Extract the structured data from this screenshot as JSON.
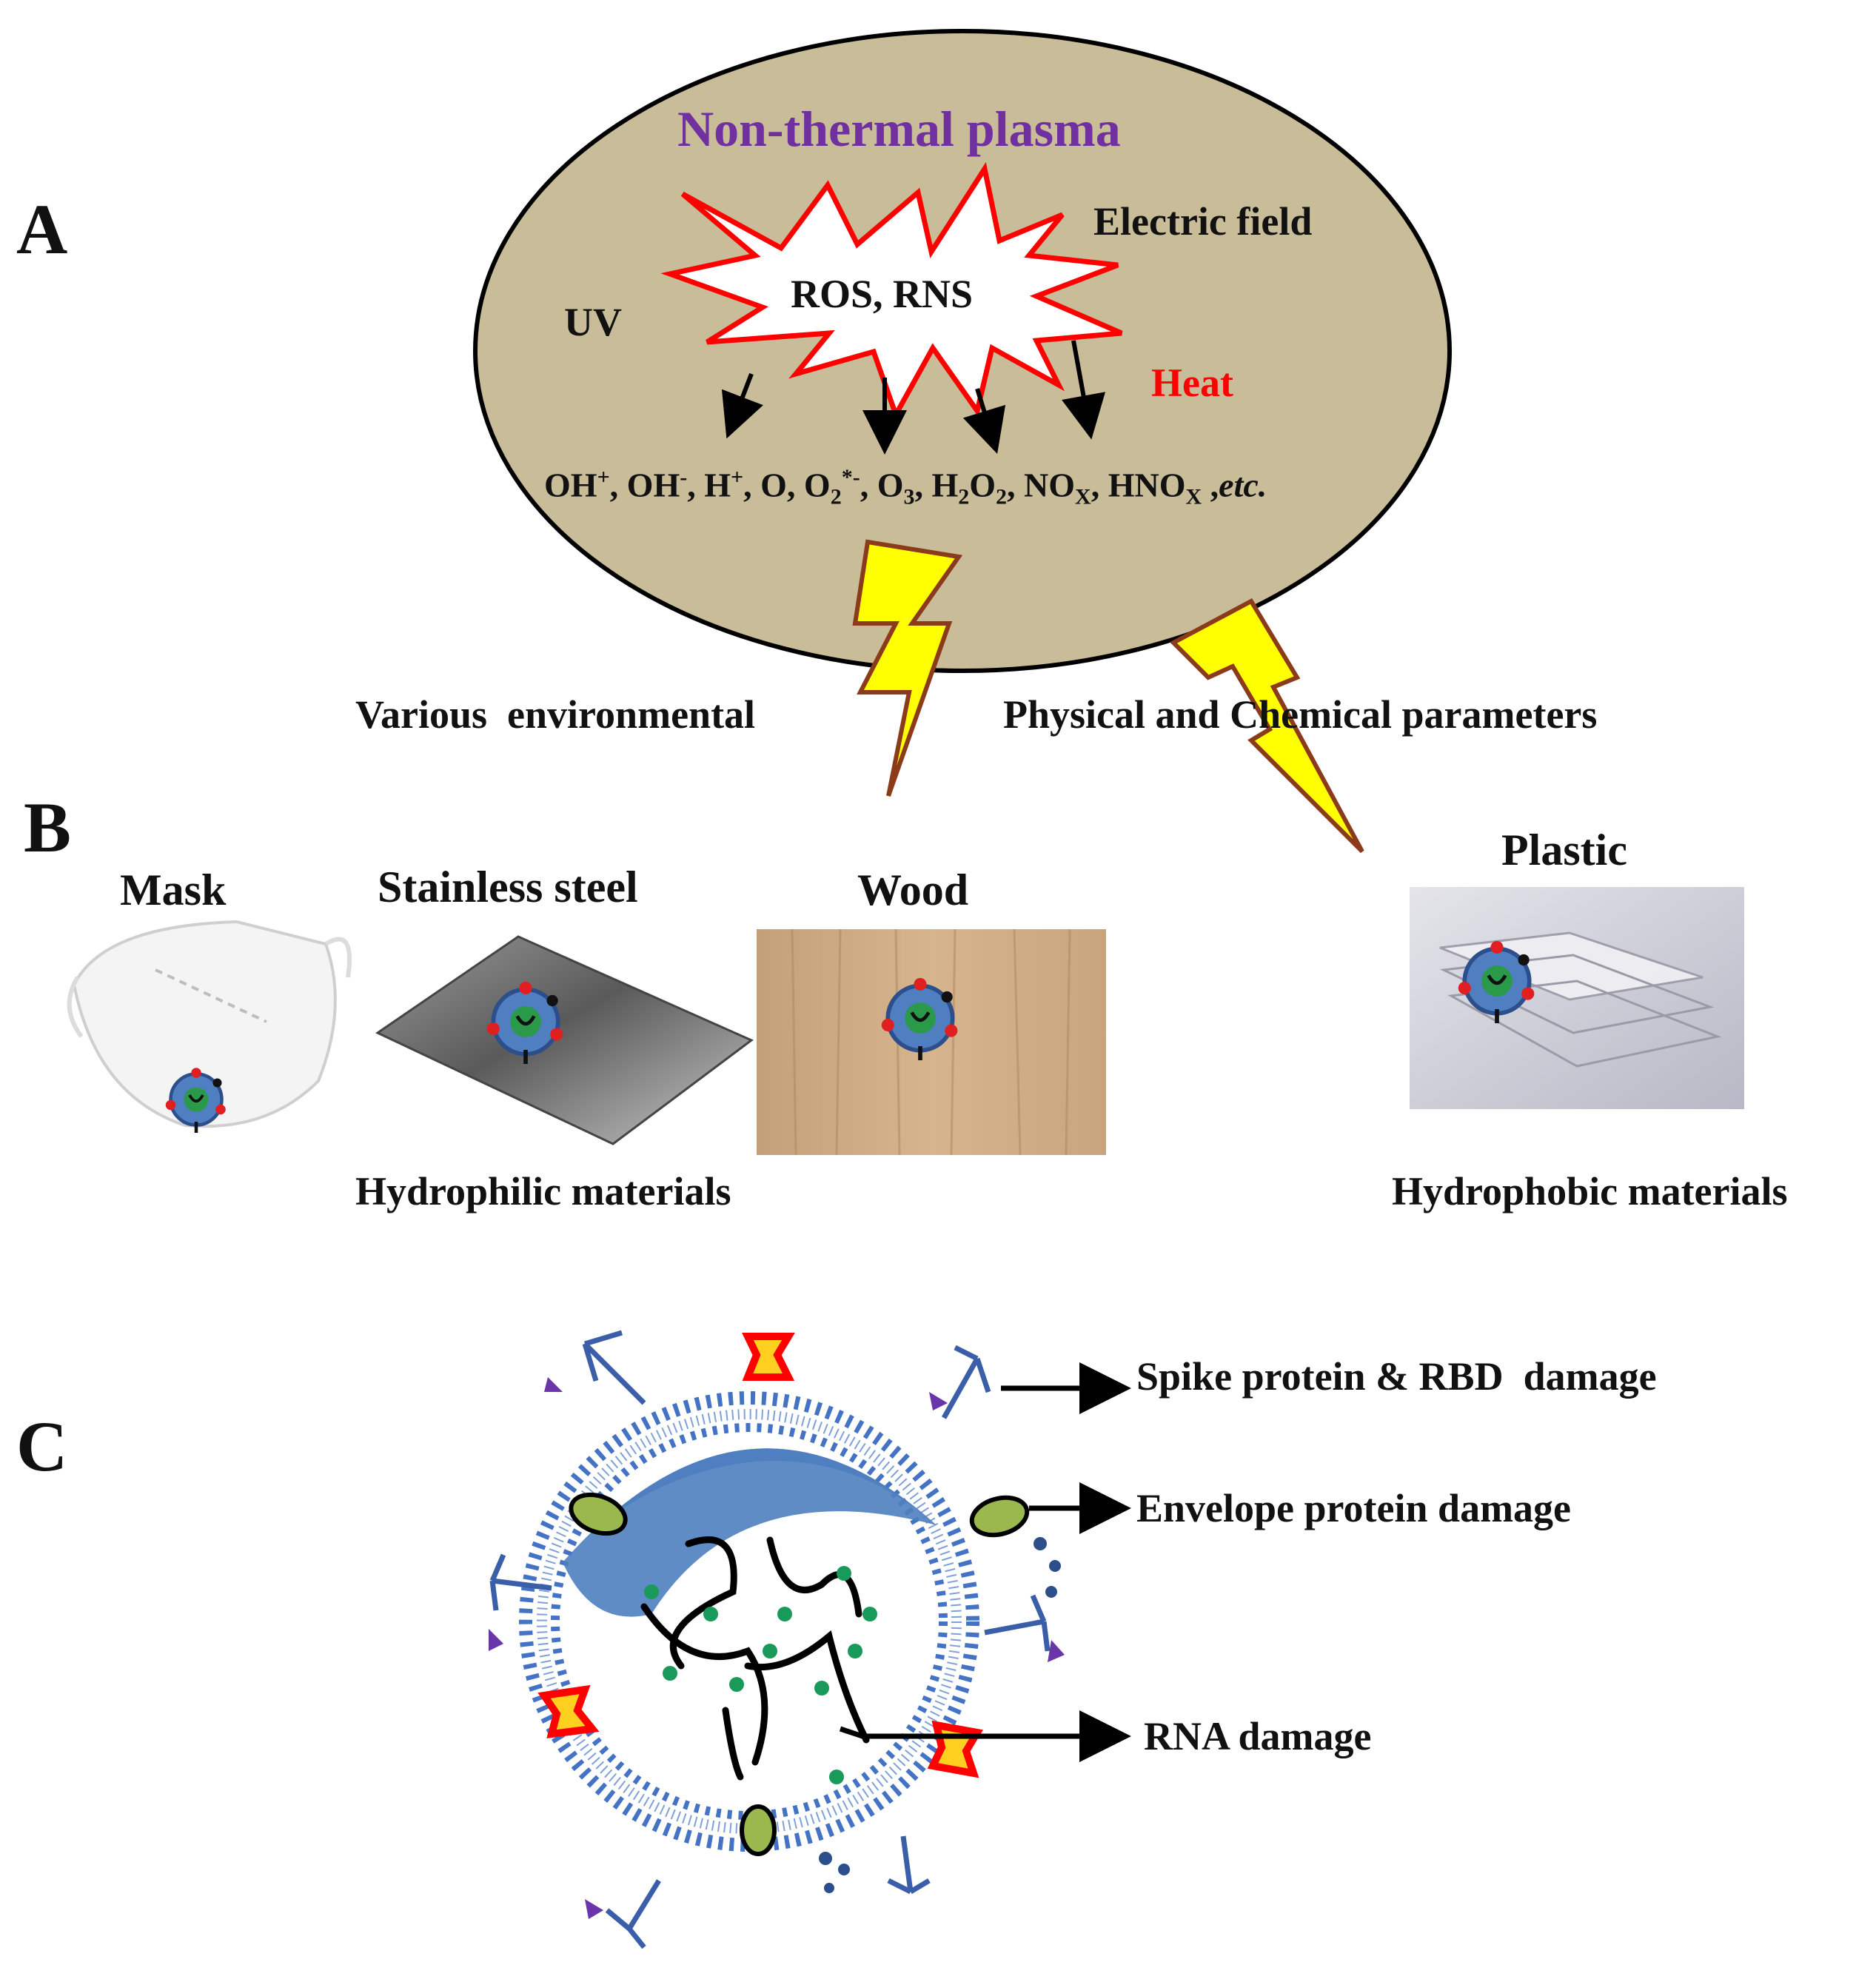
{
  "panels": {
    "a_letter": "A",
    "b_letter": "B",
    "c_letter": "C"
  },
  "plasma": {
    "title": "Non-thermal plasma",
    "burst_label": "ROS, RNS",
    "electric_field": "Electric field",
    "uv": "UV",
    "heat": "Heat",
    "species": [
      "OH",
      "OH",
      "H",
      "O",
      "O",
      "O",
      "H",
      "O",
      "NO",
      "HNO",
      "etc."
    ]
  },
  "parameters": {
    "left": "Various  environmental",
    "right": "Physical and Chemical parameters"
  },
  "surfaces": {
    "mask": "Mask",
    "steel": "Stainless steel",
    "wood": "Wood",
    "plastic": "Plastic",
    "hydrophilic": "Hydrophilic materials",
    "hydrophobic": "Hydrophobic materials"
  },
  "virus": {
    "spike_damage": "Spike protein & RBD  damage",
    "envelope_damage": "Envelope protein damage",
    "rna_damage": "RNA damage"
  },
  "colors": {
    "plasma_fill": "#c8bd98",
    "title": "#7030a0",
    "heat": "#ff0000",
    "burst_stroke": "#ff0000",
    "lightning": "#ffff00",
    "virus_membrane": "#4472c4"
  }
}
